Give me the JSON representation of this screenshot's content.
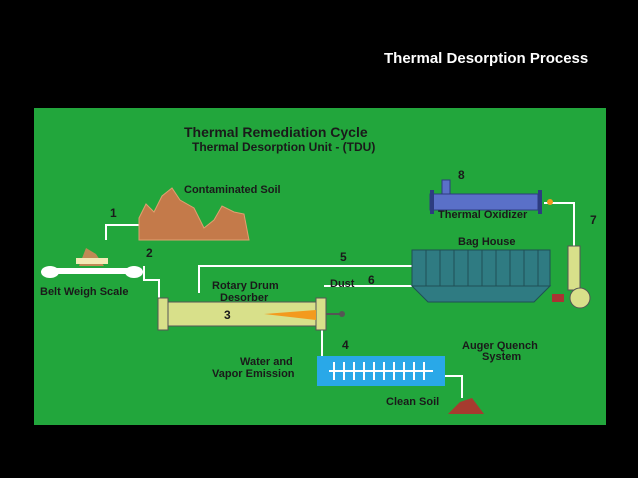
{
  "slide": {
    "title": "Thermal Desorption Process"
  },
  "diagram": {
    "title": "Thermal Remediation Cycle",
    "subtitle": "Thermal Desorption Unit - (TDU)",
    "labels": {
      "contaminated_soil": "Contaminated Soil",
      "belt_weigh_scale": "Belt Weigh Scale",
      "rotary_drum": "Rotary Drum",
      "desorber": "Desorber",
      "dust": "Dust",
      "bag_house": "Bag House",
      "thermal_oxidizer": "Thermal Oxidizer",
      "water_and": "Water and",
      "vapor_emission": "Vapor Emission",
      "auger_quench": "Auger Quench",
      "system": "System",
      "clean_soil": "Clean Soil"
    },
    "steps": [
      "1",
      "2",
      "3",
      "4",
      "5",
      "6",
      "7",
      "8"
    ]
  },
  "colors": {
    "panel": "#22a63c",
    "soil": "#c47a4a",
    "drum": "#d8e08a",
    "baghouse": "#2f7b82",
    "oxidizer": "#5a70c8",
    "quench": "#29a8e8",
    "clean_soil": "#a63b2f",
    "flame": "#f39a1e"
  }
}
